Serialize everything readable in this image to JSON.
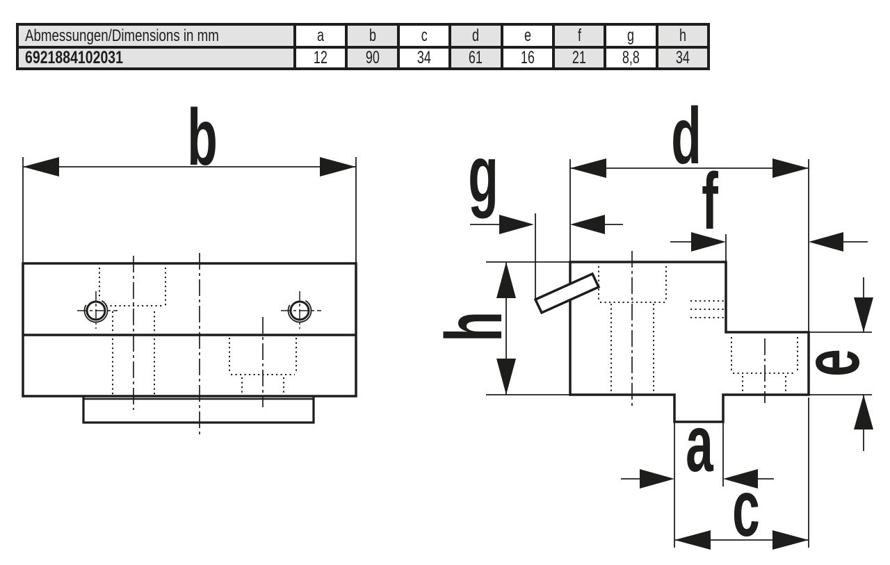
{
  "table": {
    "header_label": "Abmessungen/Dimensions in mm",
    "part_number": "6921884102031",
    "columns": [
      "a",
      "b",
      "c",
      "d",
      "e",
      "f",
      "g",
      "h"
    ],
    "values": [
      "12",
      "90",
      "34",
      "61",
      "16",
      "21",
      "8,8",
      "34"
    ]
  },
  "front_view": {
    "width_label": "b"
  },
  "side_view": {
    "width_label": "d",
    "lip_label": "g",
    "step_width_label": "f",
    "height_label": "h",
    "step_height_label": "e",
    "tongue_width_label": "a",
    "slot_width_label": "c"
  },
  "colors": {
    "ink": "#1d1d1b",
    "cell_shade": "#e3e3e3",
    "background": "#ffffff"
  }
}
